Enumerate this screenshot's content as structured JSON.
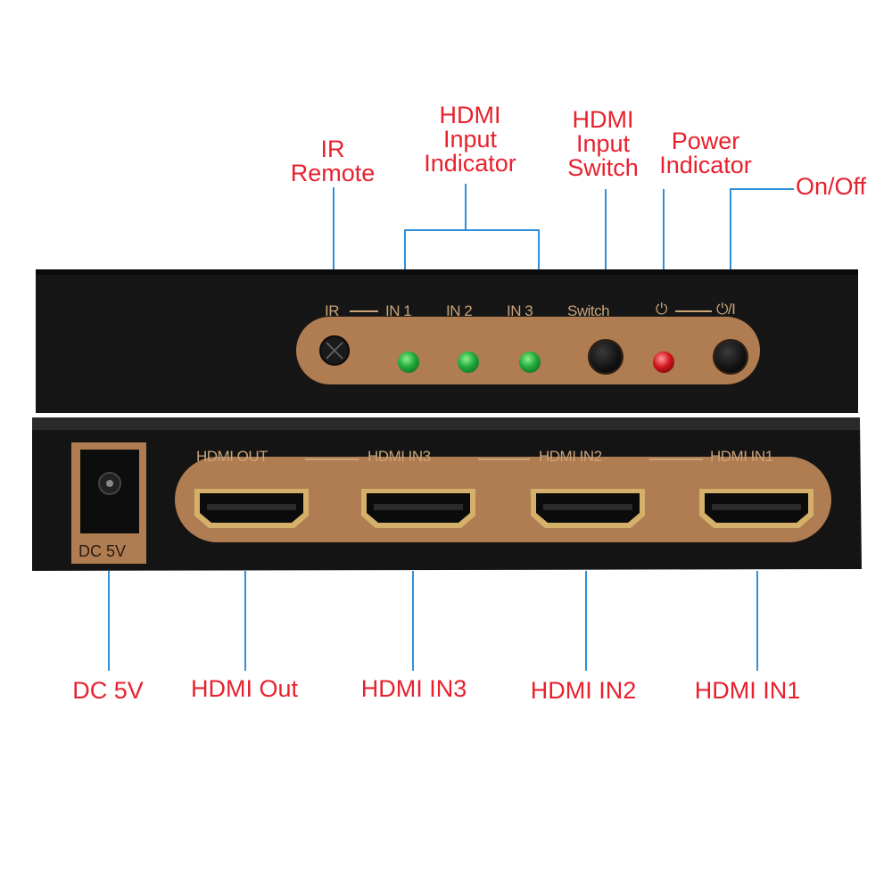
{
  "top_callouts": {
    "ir_remote": [
      "IR",
      "Remote"
    ],
    "input_indicator": [
      "HDMI",
      "Input",
      "Indicator"
    ],
    "input_switch": [
      "HDMI",
      "Input",
      "Switch"
    ],
    "power_indicator": [
      "Power",
      "Indicator"
    ],
    "on_off": "On/Off"
  },
  "bottom_callouts": {
    "dc": "DC 5V",
    "hdmi_out": "HDMI Out",
    "hdmi_in3": "HDMI IN3",
    "hdmi_in2": "HDMI IN2",
    "hdmi_in1": "HDMI IN1"
  },
  "front_panel": {
    "ir": "IR",
    "in1": "IN 1",
    "in2": "IN 2",
    "in3": "IN 3",
    "switch": "Switch",
    "power_symbol": "⏻",
    "onoff_symbol": "⏻/I",
    "leds": [
      {
        "id": "in1",
        "color": "green",
        "lit": true
      },
      {
        "id": "in2",
        "color": "green",
        "lit": true
      },
      {
        "id": "in3",
        "color": "green",
        "lit": true
      },
      {
        "id": "power",
        "color": "red",
        "lit": true
      }
    ]
  },
  "rear_panel": {
    "dc_label": "DC 5V",
    "hdmi_out": "HDMI OUT",
    "hdmi_in3": "HDMI IN3",
    "hdmi_in2": "HDMI IN2",
    "hdmi_in1": "HDMI IN1"
  },
  "colors": {
    "callout_text": "#e8212e",
    "leader_line": "#2f8fd8",
    "panel_plate": "#b07d52",
    "device_body": "#141414"
  }
}
